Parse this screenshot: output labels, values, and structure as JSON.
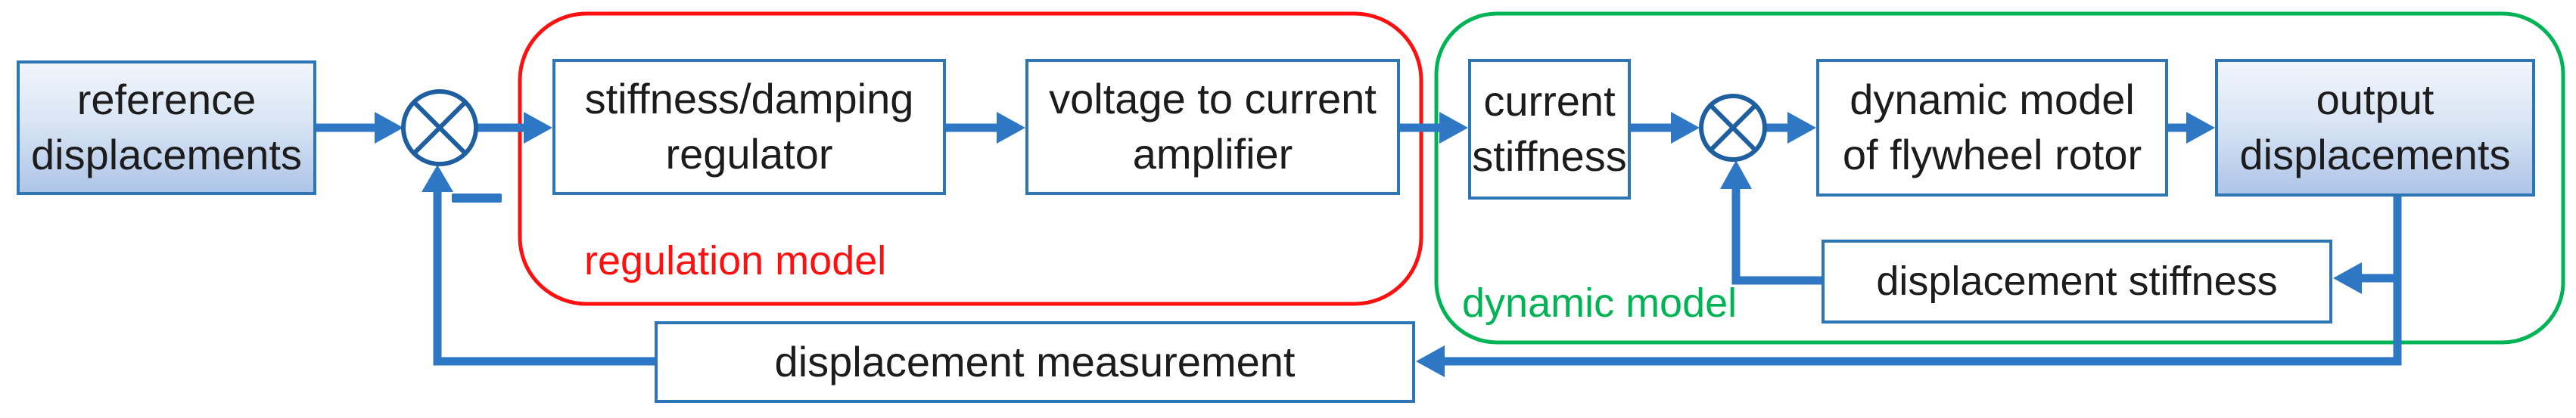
{
  "diagram": {
    "boxes": {
      "reference": {
        "label": "reference\ndisplacements",
        "fill": "blue-gradient"
      },
      "regulator": {
        "label": "stiffness/damping\nregulator",
        "fill": "white"
      },
      "amplifier": {
        "label": "voltage to current\namplifier",
        "fill": "white"
      },
      "current_stiffness": {
        "label": "current\nstiffness",
        "fill": "white"
      },
      "flywheel_rotor": {
        "label": "dynamic model\nof flywheel rotor",
        "fill": "white"
      },
      "output": {
        "label": "output\ndisplacements",
        "fill": "blue-gradient"
      },
      "displacement_stiffness": {
        "label": "displacement stiffness",
        "fill": "white"
      },
      "displacement_measurement": {
        "label": "displacement measurement",
        "fill": "white"
      }
    },
    "regions": {
      "regulation_model": {
        "label": "regulation model"
      },
      "dynamic_model": {
        "label": "dynamic model"
      }
    },
    "junctions": {
      "junction1": {
        "symbol": "⊗",
        "feedback_sign": "−"
      },
      "junction2": {
        "symbol": "⊗"
      }
    },
    "colors": {
      "line_blue": "#2d77c4",
      "border_blue": "#2e75b6",
      "junction_blue": "#1f5fa0",
      "region_red": "#ff1010",
      "region_green": "#00b456",
      "text_color": "#1c1c1c",
      "gradient_top": "#f0f5fb",
      "gradient_mid": "#d9e5f4",
      "gradient_bottom": "#aec5e8"
    }
  }
}
